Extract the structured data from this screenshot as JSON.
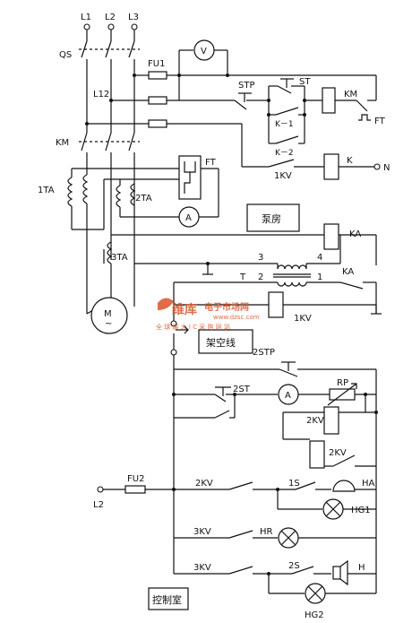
{
  "labels": {
    "l1": "L1",
    "l2": "L2",
    "l3": "L3",
    "qs": "QS",
    "fu1": "FU1",
    "v": "V",
    "l12": "L12",
    "stp": "STP",
    "st": "ST",
    "km_coil": "KM",
    "ft_contact": "FT",
    "k1": "K－1",
    "k2": "K－2",
    "km_contacts": "KM",
    "ft_relay": "FT",
    "k_coil": "K",
    "n": "N",
    "kv1_contact": "1KV",
    "ta1": "1TA",
    "ta2": "2TA",
    "a1": "A",
    "pump_room": "泵房",
    "ka_coil": "KA",
    "ta3": "3TA",
    "t3": "3",
    "t4": "4",
    "t2": "2",
    "t1": "1",
    "t": "T",
    "ka_contact": "KA",
    "m": "M",
    "m_tilde": "~",
    "kv1_coil": "1KV",
    "overhead_line": "架空线",
    "stp2": "2STP",
    "st2": "2ST",
    "a2": "A",
    "rp": "RP",
    "kv2_coil": "2KV",
    "kv2_contact": "2KV",
    "l2_bottom": "L2",
    "fu2": "FU2",
    "kv2_contact_b": "2KV",
    "s1": "1S",
    "ha": "HA",
    "hg1": "HG1",
    "kv3_contact_a": "3KV",
    "hr": "HR",
    "kv3_contact_b": "3KV",
    "s2": "2S",
    "h": "H",
    "control_room": "控制室",
    "hg2": "HG2"
  },
  "watermark": {
    "brand": "维库",
    "site": "电子市场网",
    "url": "www.dzsc.com",
    "slogan": "全 球 最 大 I C 采 购 网 站"
  }
}
